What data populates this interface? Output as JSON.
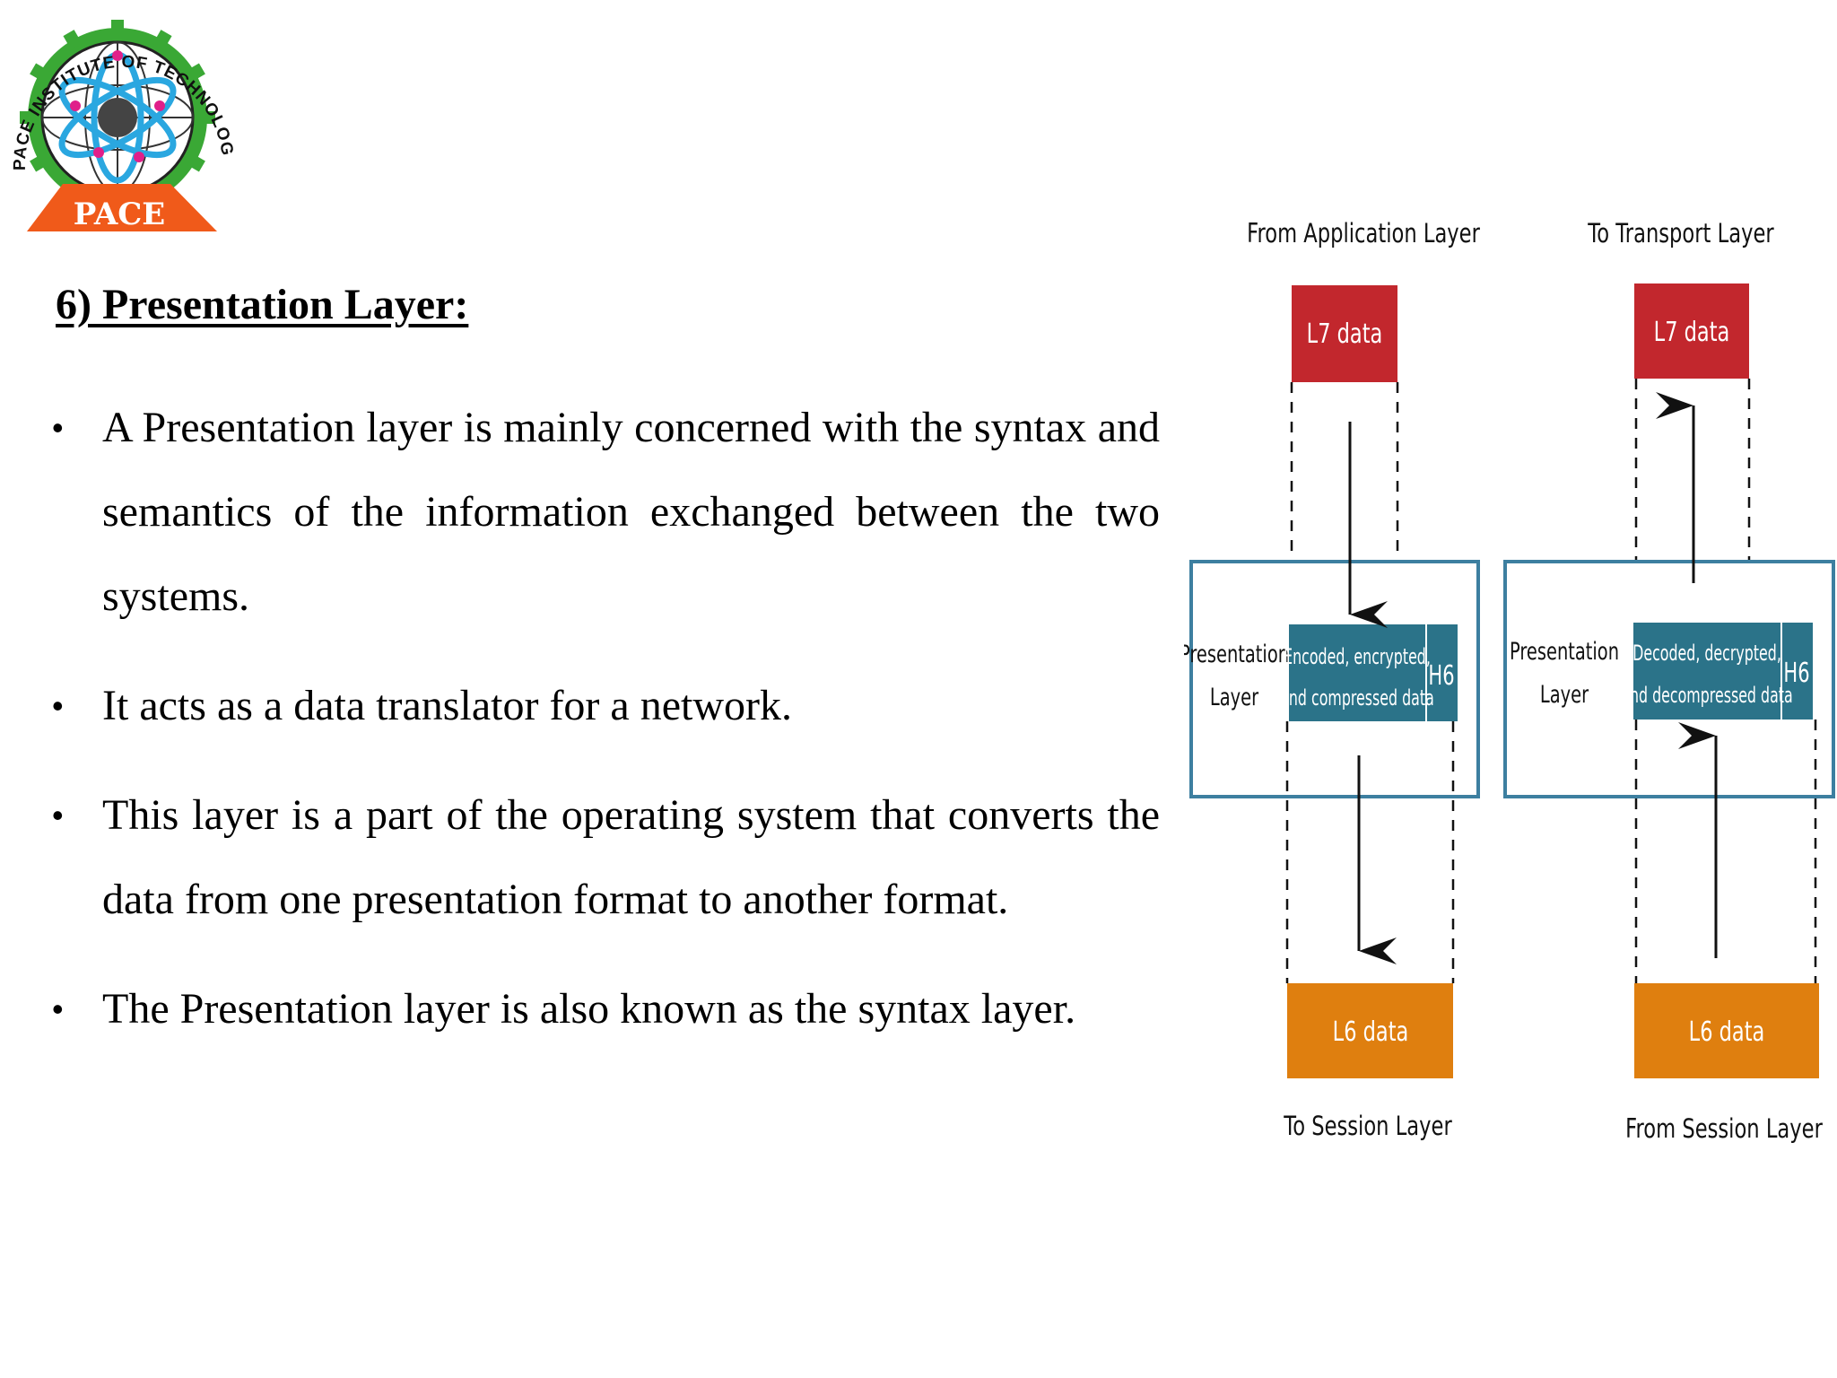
{
  "logo": {
    "ring_text": "PACE INSTITUTE OF TECHNOLOGY & SCIENCES",
    "banner": "PACE",
    "colors": {
      "gear": "#3aa835",
      "banner": "#f05a1a",
      "atom": "#2aa7e0",
      "dot": "#e0208a"
    }
  },
  "slide": {
    "title": "6) Presentation Layer:",
    "bullets": [
      "A Presentation layer is mainly concerned with the syntax and semantics of the information exchanged between the two systems.",
      "It acts as a data translator for a network.",
      "This layer is a part of the operating system that converts the data from one presentation format to another format.",
      "The Presentation layer is also known as the syntax layer."
    ]
  },
  "diagram": {
    "colors": {
      "l7": "#c2272d",
      "l6": "#df7f0f",
      "processed": "#2b7389",
      "frame": "#3d7fa0"
    },
    "sender": {
      "top_label": "From Application Layer",
      "l7_block": "L7 data",
      "layer_label_line1": "Presentation",
      "layer_label_line2": "Layer",
      "processed_line1": "Encoded, encrypted,",
      "processed_line2": "and compressed data",
      "header": "H6",
      "l6_block": "L6 data",
      "bottom_label": "To Session Layer"
    },
    "receiver": {
      "top_label": "To Transport Layer",
      "l7_block": "L7 data",
      "layer_label_line1": "Presentation",
      "layer_label_line2": "Layer",
      "processed_line1": "Decoded, decrypted,",
      "processed_line2": "and decompressed data",
      "header": "H6",
      "l6_block": "L6 data",
      "bottom_label": "From Session Layer"
    }
  }
}
